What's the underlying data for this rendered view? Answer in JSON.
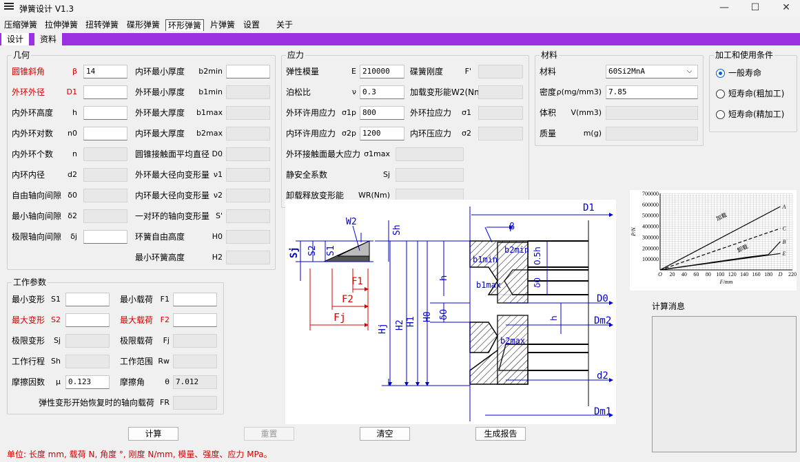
{
  "window": {
    "title": "弹簧设计 V1.3",
    "min": "—",
    "max": "☐",
    "close": "✕"
  },
  "menu": [
    "压缩弹簧",
    "拉伸弹簧",
    "扭转弹簧",
    "碟形弹簧",
    "环形弹簧",
    "片弹簧",
    "设置",
    "关于"
  ],
  "subtabs": [
    "设计",
    "资料"
  ],
  "geometry": {
    "title": "几何",
    "left": [
      {
        "label": "圆锥斜角",
        "sym": "β",
        "value": "14",
        "red": true,
        "ro": false
      },
      {
        "label": "外环外径",
        "sym": "D1",
        "value": "",
        "red": true,
        "ro": false
      },
      {
        "label": "内外环高度",
        "sym": "h",
        "value": "",
        "ro": false
      },
      {
        "label": "内外环对数",
        "sym": "n0",
        "value": "",
        "ro": false
      },
      {
        "label": "内外环个数",
        "sym": "n",
        "value": "",
        "ro": true
      },
      {
        "label": "内环内径",
        "sym": "d2",
        "value": "",
        "ro": true
      },
      {
        "label": "自由轴向间隙",
        "sym": "δ0",
        "value": "",
        "ro": true
      },
      {
        "label": "最小轴向间隙",
        "sym": "δ2",
        "value": "",
        "ro": true
      },
      {
        "label": "极限轴向间隙",
        "sym": "δj",
        "value": "",
        "ro": false
      }
    ],
    "right": [
      {
        "label": "内环最小厚度",
        "sym": "b2min",
        "value": "",
        "ro": false
      },
      {
        "label": "外环最小厚度",
        "sym": "b1min",
        "value": "",
        "ro": true
      },
      {
        "label": "外环最大厚度",
        "sym": "b1max",
        "value": "",
        "ro": true
      },
      {
        "label": "内环最大厚度",
        "sym": "b2max",
        "value": "",
        "ro": true
      },
      {
        "label": "圆锥接触面平均直径",
        "sym": "D0",
        "value": "",
        "ro": true
      },
      {
        "label": "外环最大径向变形量",
        "sym": "ν1",
        "value": "",
        "ro": true
      },
      {
        "label": "内环最大径向变形量",
        "sym": "ν2",
        "value": "",
        "ro": true
      },
      {
        "label": "一对环的轴向变形量",
        "sym": "S'",
        "value": "",
        "ro": true
      },
      {
        "label": "环簧自由高度",
        "sym": "H0",
        "value": "",
        "ro": true
      },
      {
        "label": "最小环簧高度",
        "sym": "H2",
        "value": "",
        "ro": true
      }
    ]
  },
  "work": {
    "title": "工作参数",
    "left": [
      {
        "label": "最小变形",
        "sym": "S1",
        "value": "",
        "ro": false
      },
      {
        "label": "最大变形",
        "sym": "S2",
        "value": "",
        "red": true,
        "ro": false
      },
      {
        "label": "极限变形",
        "sym": "Sj",
        "value": "",
        "ro": true
      },
      {
        "label": "工作行程",
        "sym": "Sh",
        "value": "",
        "ro": true
      },
      {
        "label": "摩擦因数",
        "sym": "μ",
        "value": "0.123",
        "ro": false
      }
    ],
    "right": [
      {
        "label": "最小载荷",
        "sym": "F1",
        "value": "",
        "ro": false
      },
      {
        "label": "最大载荷",
        "sym": "F2",
        "value": "",
        "red": true,
        "ro": false
      },
      {
        "label": "极限载荷",
        "sym": "Fj",
        "value": "",
        "ro": true
      },
      {
        "label": "工作范围",
        "sym": "Rw",
        "value": "",
        "ro": true
      },
      {
        "label": "摩擦角",
        "sym": "θ",
        "value": "7.012",
        "ro": true
      }
    ],
    "last": {
      "label": "弹性变形开始恢复时的轴向载荷",
      "sym": "FR",
      "value": ""
    }
  },
  "stress": {
    "title": "应力",
    "left": [
      {
        "label": "弹性模量",
        "sym": "E",
        "value": "210000",
        "ro": false
      },
      {
        "label": "泊松比",
        "sym": "ν",
        "value": "0.3",
        "ro": false
      },
      {
        "label": "外环许用应力",
        "sym": "σ1p",
        "value": "800",
        "ro": false
      },
      {
        "label": "内环许用应力",
        "sym": "σ2p",
        "value": "1200",
        "ro": false
      }
    ],
    "right": [
      {
        "label": "碟簧刚度",
        "sym": "F'",
        "value": "",
        "ro": true
      },
      {
        "label": "加载变形能W2(Nm)",
        "sym": "",
        "value": "",
        "ro": true
      },
      {
        "label": "外环拉应力",
        "sym": "σ1",
        "value": "",
        "ro": true
      },
      {
        "label": "内环压应力",
        "sym": "σ2",
        "value": "",
        "ro": true
      }
    ],
    "wide": [
      {
        "label": "外环接触面最大应力",
        "sym": "σ1max",
        "value": ""
      },
      {
        "label": "静安全系数",
        "sym": "Sj",
        "value": ""
      },
      {
        "label": "卸载释放变形能",
        "sym": "WR(Nm)",
        "value": ""
      }
    ]
  },
  "material": {
    "title": "材料",
    "rows": [
      {
        "label": "材料",
        "sym": "",
        "value": "60Si2MnA",
        "select": true
      },
      {
        "label": "密度",
        "sym": "ρ(mg/mm3)",
        "value": "7.85",
        "ro": false
      },
      {
        "label": "体积",
        "sym": "V(mm3)",
        "value": "",
        "ro": true
      },
      {
        "label": "质量",
        "sym": "m(g)",
        "value": "",
        "ro": true
      }
    ]
  },
  "conditions": {
    "title": "加工和使用条件",
    "options": [
      "一般寿命",
      "短寿命(粗加工)",
      "短寿命(精加工)"
    ],
    "selected": 0
  },
  "messages": {
    "title": "计算消息"
  },
  "buttons": {
    "calc": "计算",
    "reset": "重置",
    "clear": "清空",
    "report": "生成报告"
  },
  "units": "单位: 长度 mm, 载荷 N, 角度 °, 刚度 N/mm, 模量、强度、应力 MPa。",
  "diagram": {
    "labels": {
      "D1": "D1",
      "beta": "β",
      "b2min": "b2min",
      "b1min": "b1min",
      "b1max": "b1max",
      "b2max": "b2max",
      "h05": "0.5h",
      "d0": "δ0",
      "D0": "D0",
      "Dm2": "Dm2",
      "h": "h",
      "d2": "d2",
      "Dm1": "Dm1",
      "Sj": "Sj",
      "S2": "S2",
      "S1": "S1",
      "W2": "W2",
      "Sh": "Sh",
      "F1": "F1",
      "F2": "F2",
      "Fj": "Fj",
      "Hj": "Hj",
      "H2": "H2",
      "H1": "H1",
      "H0": "H0",
      "hl": "h",
      "d0l": "δ0"
    }
  },
  "chart_data": {
    "type": "line",
    "xlabel": "F/mm",
    "ylabel": "P/N",
    "xlim": [
      0,
      220
    ],
    "ylim": [
      0,
      700000
    ],
    "x_ticks": [
      0,
      20,
      40,
      60,
      80,
      100,
      120,
      140,
      160,
      180,
      220
    ],
    "x_tick_labels": [
      "O",
      "20",
      "40",
      "60",
      "80",
      "100",
      "120",
      "140",
      "160",
      "180",
      "220"
    ],
    "y_ticks": [
      100000,
      200000,
      300000,
      400000,
      500000,
      600000,
      700000
    ],
    "y_tick_labels": [
      "100000",
      "200000",
      "300000",
      "400000",
      "500000",
      "600000",
      "700000"
    ],
    "letter_D": "D",
    "letter_D_at": 200,
    "series": [
      {
        "name": "A",
        "points": [
          [
            0,
            0
          ],
          [
            200,
            580000
          ]
        ],
        "dash": false
      },
      {
        "name": "C",
        "points": [
          [
            0,
            0
          ],
          [
            200,
            380000
          ]
        ],
        "dash": true
      },
      {
        "name": "B",
        "points": [
          [
            0,
            0
          ],
          [
            150,
            120000
          ],
          [
            180,
            140000
          ],
          [
            195,
            230000
          ],
          [
            200,
            260000
          ]
        ],
        "dash": false
      },
      {
        "name": "E",
        "points": [
          [
            0,
            0
          ],
          [
            200,
            150000
          ]
        ],
        "dash": false
      }
    ],
    "annotations": [
      {
        "text": "加载",
        "x": 95,
        "y": 450000
      },
      {
        "text": "卸载",
        "x": 130,
        "y": 160000
      }
    ]
  }
}
